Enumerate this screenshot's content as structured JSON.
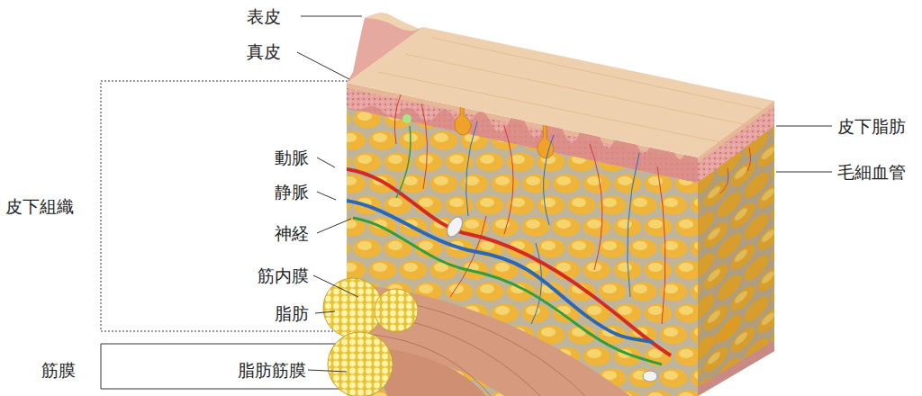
{
  "diagram": {
    "labels": [
      "表皮",
      "真皮",
      "皮下組織",
      "動脈",
      "静脈",
      "神経",
      "筋内膜",
      "脂肪",
      "筋膜",
      "脂肪筋膜",
      "皮下脂肪",
      "毛細血管"
    ]
  }
}
